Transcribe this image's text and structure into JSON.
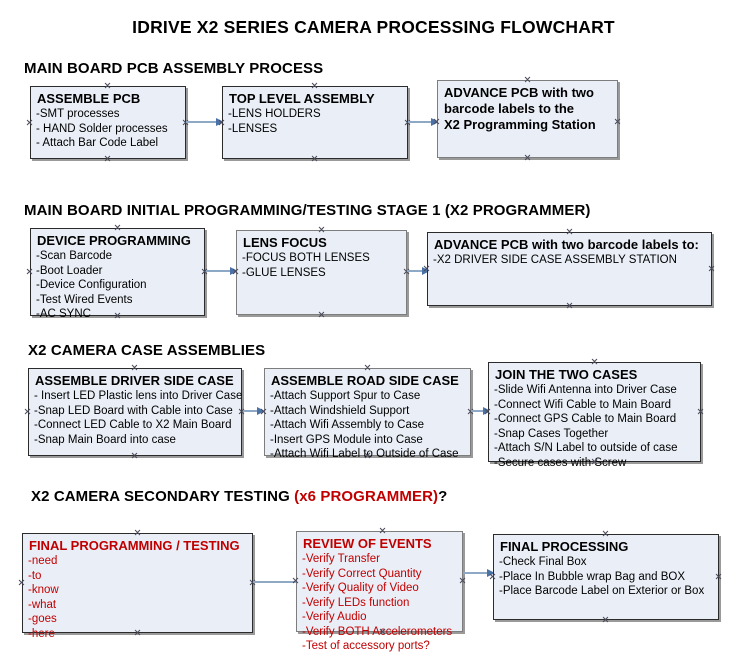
{
  "document": {
    "title": "IDRIVE X2  SERIES CAMERA PROCESSING FLOWCHART"
  },
  "sections": [
    {
      "id": "main-board-pcb-assembly-process",
      "title": "MAIN BOARD PCB ASSEMBLY PROCESS",
      "title_red": "",
      "title_suffix": "",
      "nodes": [
        {
          "id": "assemble-pcb",
          "header": "ASSEMBLE PCB",
          "lines": [
            "-SMT processes",
            "- HAND Solder processes",
            "- Attach Bar Code Label"
          ]
        },
        {
          "id": "top-level-assembly",
          "header": "TOP LEVEL ASSEMBLY",
          "lines": [
            "-LENS HOLDERS",
            "-LENSES"
          ]
        },
        {
          "id": "advance-pcb-to-x2-programming-station",
          "header": "ADVANCE PCB with two",
          "lines": [
            "barcode labels to the",
            " X2 Programming Station"
          ]
        }
      ]
    },
    {
      "id": "main-board-initial-programming-testing-stage-1",
      "title": "MAIN BOARD INITIAL PROGRAMMING/TESTING STAGE 1 (X2 PROGRAMMER)",
      "title_red": "",
      "title_suffix": "",
      "nodes": [
        {
          "id": "device-programming",
          "header": "DEVICE PROGRAMMING",
          "lines": [
            "-Scan Barcode",
            "-Boot Loader",
            "-Device Configuration",
            "-Test Wired Events",
            "-AC SYNC"
          ]
        },
        {
          "id": "lens-focus",
          "header": "LENS FOCUS",
          "lines": [
            "-FOCUS BOTH LENSES",
            "-GLUE LENSES"
          ]
        },
        {
          "id": "advance-pcb-to-driver-side-case-assembly",
          "header": "ADVANCE PCB with two barcode labels to:",
          "lines": [
            "-X2 DRIVER  SIDE  CASE  ASSEMBLY STATION"
          ]
        }
      ]
    },
    {
      "id": "x2-camera-case-assemblies",
      "title": "X2 CAMERA CASE ASSEMBLIES",
      "title_red": "",
      "title_suffix": "",
      "nodes": [
        {
          "id": "assemble-driver-side-case",
          "header": "ASSEMBLE DRIVER SIDE CASE",
          "lines": [
            "- Insert LED Plastic lens into Driver Case",
            "-Snap LED Board with Cable into Case",
            "-Connect LED Cable to X2 Main Board",
            "-Snap Main Board into case"
          ]
        },
        {
          "id": "assemble-road-side-case",
          "header": "ASSEMBLE ROAD SIDE CASE",
          "lines": [
            "-Attach Support Spur to Case",
            "-Attach Windshield Support",
            "-Attach Wifi Assembly to Case",
            "-Insert GPS Module into Case",
            "-Attach Wifi Label to Outside of Case"
          ]
        },
        {
          "id": "join-the-two-cases",
          "header": "JOIN THE TWO CASES",
          "lines": [
            "-Slide Wifi Antenna into Driver Case",
            "-Connect Wifi Cable to Main Board",
            "-Connect GPS Cable to Main Board",
            "-Snap Cases Together",
            "-Attach S/N Label to outside of case",
            "-Secure cases with Screw"
          ]
        }
      ]
    },
    {
      "id": "x2-camera-secondary-testing",
      "title": "X2 CAMERA SECONDARY TESTING ",
      "title_red": "(x6 PROGRAMMER)",
      "title_suffix": "?",
      "nodes": [
        {
          "id": "final-programming-testing",
          "header": "FINAL PROGRAMMING / TESTING",
          "lines": [
            "-need",
            "-to",
            "-know",
            "-what",
            "-goes",
            "-here"
          ]
        },
        {
          "id": "review-of-events",
          "header": "REVIEW OF EVENTS",
          "lines": [
            "-Verify Transfer",
            "-Verify Correct Quantity",
            "-Verify Quality of Video",
            "-Verify LEDs function",
            "-Verify Audio",
            "-Verify BOTH Accelerometers",
            "-Test of accessory ports?"
          ]
        },
        {
          "id": "final-processing",
          "header": "FINAL PROCESSING",
          "lines": [
            " -Check Final Box",
            "-Place In Bubble wrap Bag and BOX",
            "-Place Barcode Label on Exterior or Box"
          ]
        }
      ]
    }
  ],
  "colors": {
    "node_fill": "#eaeff7",
    "node_border": "#2b2b2b",
    "connector": "#8ea9c6",
    "accent_red": "#c00000",
    "text": "#000000"
  }
}
